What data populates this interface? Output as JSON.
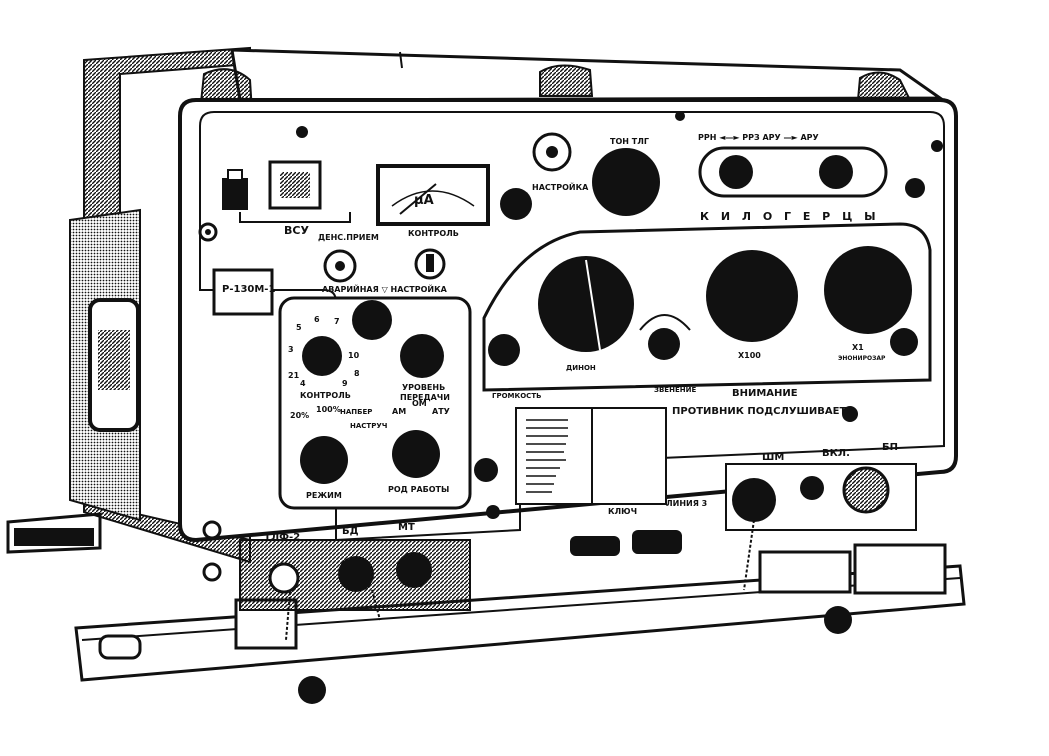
{
  "labels": {
    "vsu": "ВСУ",
    "dens_priem": "ДЕНС.ПРИЕМ",
    "kontrol_top": "КОНТРОЛЬ",
    "avariynaya": "АВАРИЙНАЯ ▽ НАСТРОЙКА",
    "model_plate": "Р-130М-1",
    "nastroyka": "НАСТРОЙКА",
    "ton_tlg": "ТОН ТЛГ",
    "mode_arrows": "РРН ◄—► РРЗ АРУ —► АРУ",
    "kilogertsy": "К И Л О Г Е Р Ц Ы",
    "dial_x100": "Х100",
    "dial_x1": "Х1",
    "dial_x1_sub": "ЭНОНИРОЗАР",
    "dial_left": "ДИНОН",
    "kontrol_dial": "КОНТРОЛЬ",
    "uroven_peredachi_1": "УРОВЕНЬ",
    "uroven_peredachi_2": "ПЕРЕДАЧИ",
    "rezhim": "РЕЖИМ",
    "rod_raboty": "РОД РАБОТЫ",
    "pct_20": "20%",
    "pct_100": "100%",
    "napr": "НАПБЕР",
    "nastruch": "НАСТРУЧ",
    "am": "АМ",
    "om": "ОМ",
    "atu": "АТУ",
    "gromkost": "ГРОМКОСТЬ",
    "vnimanie": "ЗВЕНЕНИЕ",
    "warning_1": "ВНИМАНИЕ",
    "warning_2": "ПРОТИВНИК ПОДСЛУШИВАЕТ!",
    "klyuch": "КЛЮЧ",
    "liniya3": "ЛИНИЯ 3",
    "shm": "ШМ",
    "vkl": "ВКЛ.",
    "bp": "БП",
    "tlf2": "ТЛФ-2",
    "bd": "БД",
    "mt": "МТ",
    "meter_unit": "μA",
    "switch_scale": [
      "5",
      "6",
      "7",
      "3",
      "10",
      "21",
      "9",
      "4",
      "8"
    ]
  }
}
